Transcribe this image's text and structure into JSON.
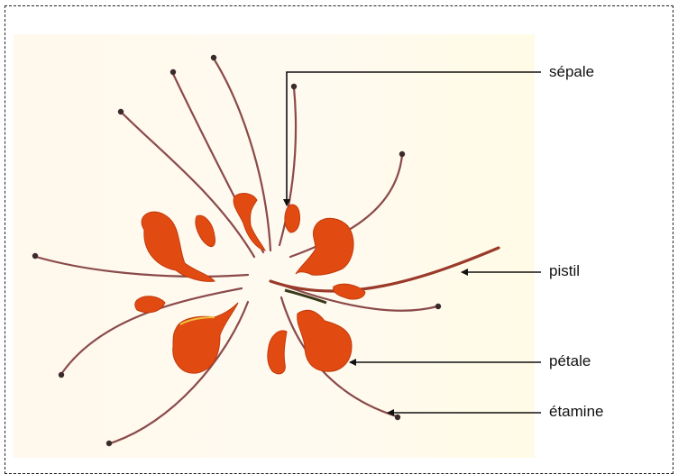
{
  "labels": {
    "sepale": "sépale",
    "pistil": "pistil",
    "petale": "pétale",
    "etamine": "étamine"
  },
  "colors": {
    "petal": "#e14b12",
    "petal_dark": "#c23a0c",
    "stamen": "#8a4a4a",
    "leader": "#111111",
    "frame": "#222222"
  }
}
